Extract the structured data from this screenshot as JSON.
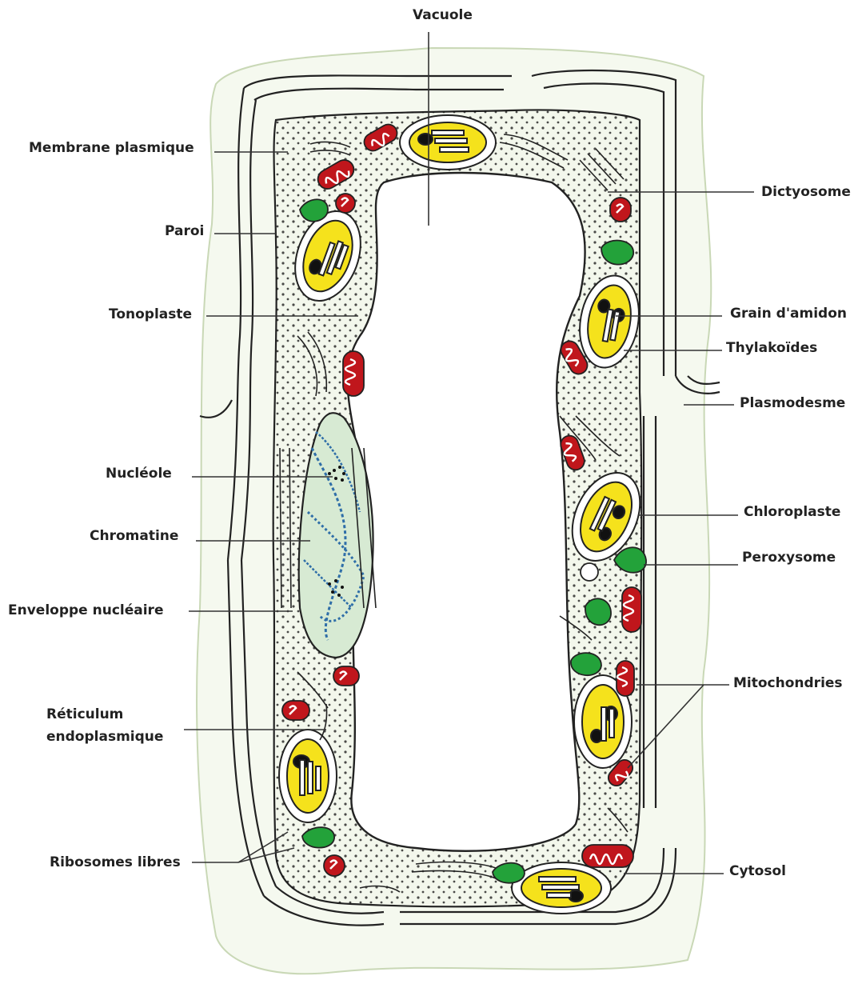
{
  "labels": {
    "vacuole": "Vacuole",
    "membrane_plasmique": "Membrane plasmique",
    "paroi": "Paroi",
    "tonoplaste": "Tonoplaste",
    "nucleole": "Nucléole",
    "chromatine": "Chromatine",
    "enveloppe_nucleaire": "Enveloppe nucléaire",
    "reticulum_line1": "Réticulum",
    "reticulum_line2": "endoplasmique",
    "ribosomes_libres": "Ribosomes libres",
    "dictyosome": "Dictyosome",
    "grain_amidon": "Grain d'amidon",
    "thylakoides": "Thylakoïdes",
    "plasmodesme": "Plasmodesme",
    "chloroplaste": "Chloroplaste",
    "peroxysome": "Peroxysome",
    "mitochondries": "Mitochondries",
    "cytosol": "Cytosol"
  },
  "colors": {
    "cytosol": "#f3f7ec",
    "wall": "#f6f9f1",
    "chloroplast": "#f5e21c",
    "mitochondria": "#c0161c",
    "peroxisome": "#23a23a",
    "nucleus": "#d7ead3",
    "chromatin": "#2f6ea8",
    "outline": "#222222"
  }
}
